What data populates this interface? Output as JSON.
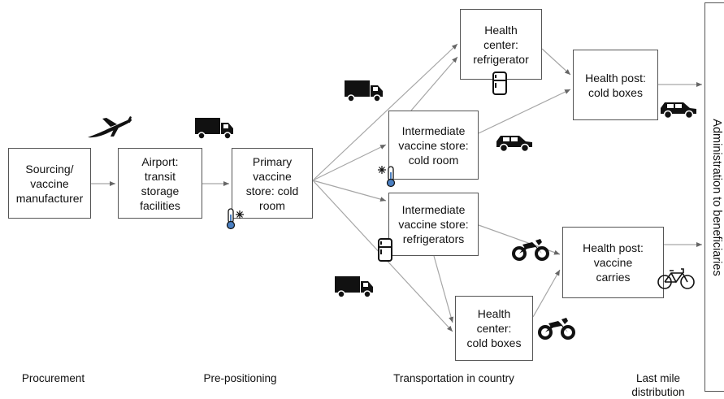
{
  "nodes": {
    "sourcing": "Sourcing/\nvaccine\nmanufacturer",
    "airport": "Airport:\ntransit\nstorage\nfacilities",
    "primary": "Primary\nvaccine\nstore: cold\nroom",
    "hc_fridge": "Health\ncenter:\nrefrigerator",
    "hp_cold": "Health post:\ncold boxes",
    "ivs_cold": "Intermediate\nvaccine store:\ncold room",
    "ivs_fridge": "Intermediate\nvaccine store:\nrefrigerators",
    "hp_carries": "Health post:\nvaccine\ncarries",
    "hc_cold": "Health\ncenter:\ncold boxes",
    "admin": "Administration to beneficiaries"
  },
  "stages": {
    "procurement": "Procurement",
    "prepositioning": "Pre-positioning",
    "transport": "Transportation in country",
    "lastmile": "Last mile\ndistribution"
  },
  "icons": [
    "airplane-icon",
    "truck-icon",
    "thermometer-snowflake-icon",
    "refrigerator-icon",
    "car-icon",
    "motorcycle-icon",
    "bicycle-icon"
  ],
  "colors": {
    "line": "#a6a6a6",
    "border": "#555555",
    "icon": "#111111"
  }
}
